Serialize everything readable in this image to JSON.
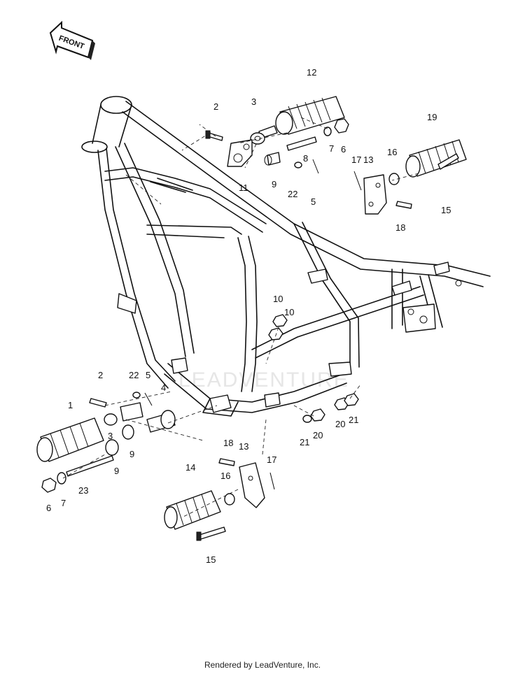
{
  "front_label": "FRONT",
  "watermark": "LEADVENTURE",
  "footer": "Rendered by LeadVenture, Inc.",
  "callouts": [
    "12",
    "2",
    "3",
    "19",
    "7",
    "6",
    "8",
    "17",
    "13",
    "16",
    "11",
    "9",
    "22",
    "5",
    "15",
    "18",
    "10",
    "10",
    "2",
    "22",
    "5",
    "4",
    "1",
    "3",
    "9",
    "9",
    "23",
    "6",
    "7",
    "21",
    "20",
    "20",
    "21",
    "18",
    "13",
    "17",
    "14",
    "16",
    "15"
  ]
}
